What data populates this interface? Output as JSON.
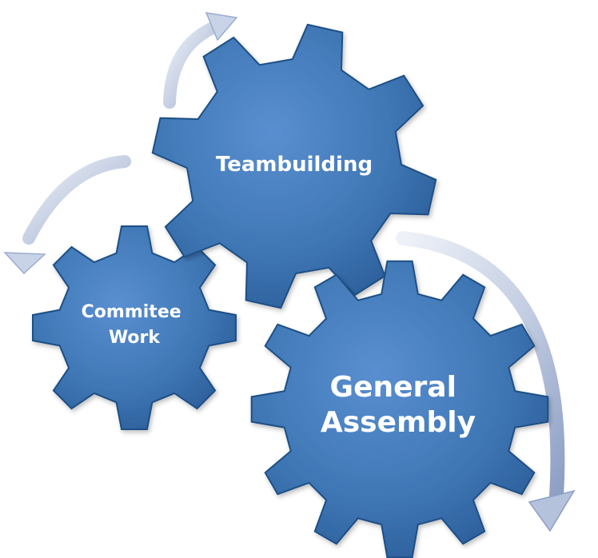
{
  "gears": [
    {
      "id": "teambuilding",
      "lines": [
        "Teambuilding"
      ]
    },
    {
      "id": "committee",
      "lines": [
        "Commitee",
        "Work"
      ]
    },
    {
      "id": "general-assembly",
      "lines": [
        "General",
        "Assembly"
      ]
    }
  ],
  "colors": {
    "gear_fill": "#3f77b5",
    "gear_dark": "#1f4f86",
    "gear_light": "#7aa8dc",
    "arrow_light": "#e6ebf4",
    "arrow_dark": "#8d9fc4",
    "label": "#ffffff"
  }
}
